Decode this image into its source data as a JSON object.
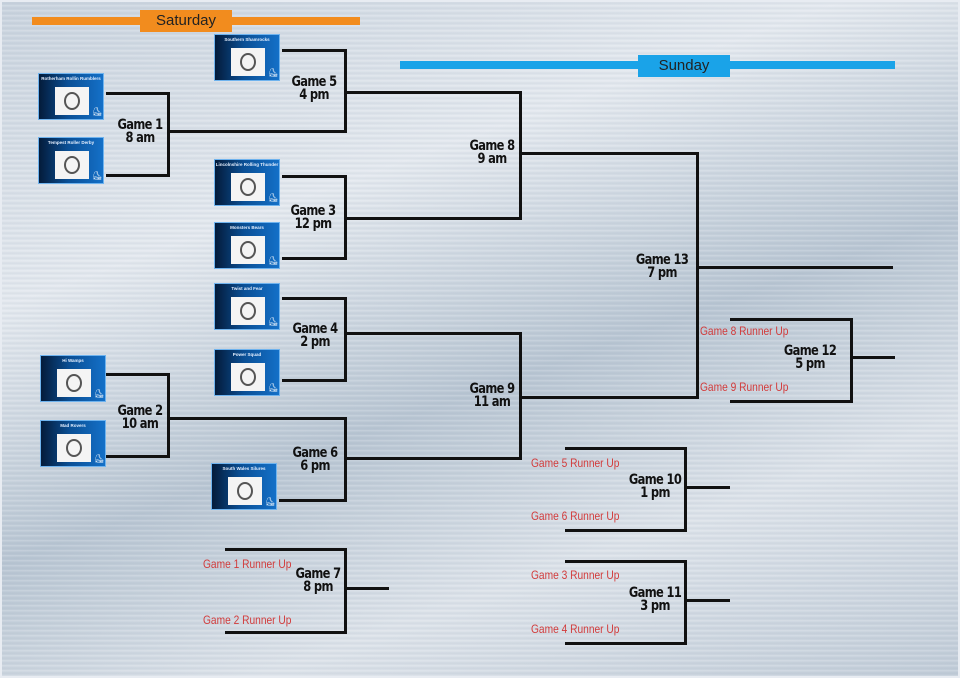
{
  "banners": {
    "saturday": "Saturday",
    "sunday": "Sunday",
    "saturday_color": "#f28c1e",
    "sunday_color": "#1aa3e8"
  },
  "teams": [
    {
      "name": "Rotherham Rollin Rumblers"
    },
    {
      "name": "Tempest Roller Derby"
    },
    {
      "name": "Southern Shamrocks"
    },
    {
      "name": "Lincolnshire Rolling Thunder"
    },
    {
      "name": "Monsters Bears"
    },
    {
      "name": "Twist and Fear"
    },
    {
      "name": "Power Squad"
    },
    {
      "name": "Hi Wamps"
    },
    {
      "name": "Mad Rovers"
    },
    {
      "name": "South Wales Silures"
    }
  ],
  "games": {
    "g1": {
      "title": "Game 1",
      "time": "8 am"
    },
    "g2": {
      "title": "Game 2",
      "time": "10 am"
    },
    "g3": {
      "title": "Game 3",
      "time": "12 pm"
    },
    "g4": {
      "title": "Game 4",
      "time": "2 pm"
    },
    "g5": {
      "title": "Game 5",
      "time": "4 pm"
    },
    "g6": {
      "title": "Game 6",
      "time": "6 pm"
    },
    "g7": {
      "title": "Game 7",
      "time": "8 pm"
    },
    "g8": {
      "title": "Game 8",
      "time": "9 am"
    },
    "g9": {
      "title": "Game 9",
      "time": "11 am"
    },
    "g10": {
      "title": "Game 10",
      "time": "1 pm"
    },
    "g11": {
      "title": "Game 11",
      "time": "3 pm"
    },
    "g12": {
      "title": "Game 12",
      "time": "5 pm"
    },
    "g13": {
      "title": "Game 13",
      "time": "7 pm"
    }
  },
  "runner_ups": {
    "r1": "Game 1 Runner Up",
    "r2": "Game 2 Runner Up",
    "r3": "Game 3 Runner Up",
    "r4": "Game 4 Runner Up",
    "r5": "Game 5 Runner Up",
    "r6": "Game 6 Runner Up",
    "r8": "Game 8 Runner Up",
    "r9": "Game 9 Runner Up"
  }
}
